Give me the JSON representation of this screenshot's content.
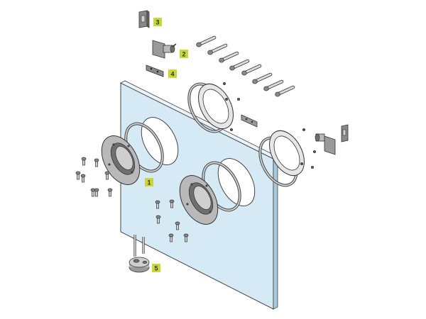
{
  "colors": {
    "glass_fill": "#d6eaf6",
    "glass_edge": "#444444",
    "callout_bg": "#c8d63a",
    "callout_text": "#333333",
    "metal_fill": "#b9b9b9",
    "metal_dark": "#7d7d7d",
    "line": "#333333"
  },
  "callouts": [
    {
      "id": "1",
      "label": "1"
    },
    {
      "id": "2",
      "label": "2"
    },
    {
      "id": "3",
      "label": "3"
    },
    {
      "id": "4",
      "label": "4"
    },
    {
      "id": "5",
      "label": "5"
    }
  ]
}
